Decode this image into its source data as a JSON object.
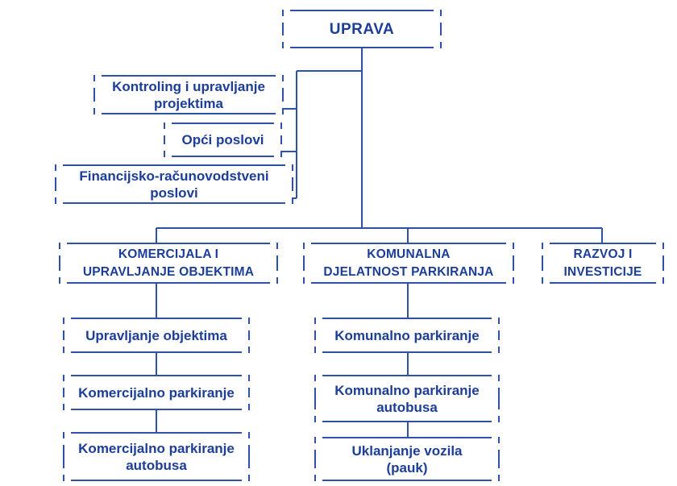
{
  "palette": {
    "line_color": "#2d52a7",
    "text_color": "#1c3e99",
    "background": "#ffffff"
  },
  "org": {
    "root": {
      "label": "UPRAVA"
    },
    "staff_units": [
      {
        "label": "Kontroling i upravljanje\nprojektima"
      },
      {
        "label": "Opći poslovi"
      },
      {
        "label": "Financijsko-računovodstveni\nposlovi"
      }
    ],
    "divisions": [
      {
        "label": "KOMERCIJALA I\nUPRAVLJANJE OBJEKTIMA",
        "children": [
          {
            "label": "Upravljanje objektima"
          },
          {
            "label": "Komercijalno parkiranje"
          },
          {
            "label": "Komercijalno parkiranje\nautobusa"
          }
        ]
      },
      {
        "label": "KOMUNALNA\nDJELATNOST PARKIRANJA",
        "children": [
          {
            "label": "Komunalno parkiranje"
          },
          {
            "label": "Komunalno parkiranje\nautobusa"
          },
          {
            "label": "Uklanjanje vozila\n(pauk)"
          }
        ]
      },
      {
        "label": "RAZVOJ I\nINVESTICIJE",
        "children": []
      }
    ]
  }
}
